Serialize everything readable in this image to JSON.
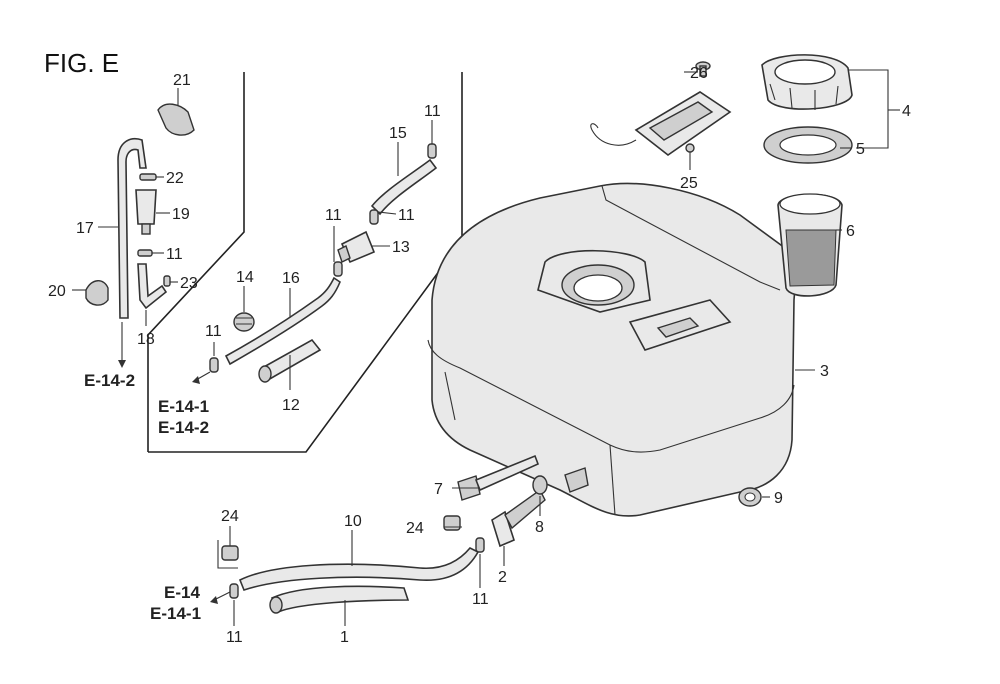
{
  "figure_title": "FIG. E",
  "callouts": {
    "n1": "1",
    "n2": "2",
    "n3": "3",
    "n4": "4",
    "n5": "5",
    "n6": "6",
    "n7": "7",
    "n8": "8",
    "n9": "9",
    "n10": "10",
    "n11a": "11",
    "n11b": "11",
    "n11c": "11",
    "n11d": "11",
    "n11e": "11",
    "n11f": "11",
    "n11g": "11",
    "n12": "12",
    "n13": "13",
    "n14": "14",
    "n15": "15",
    "n16": "16",
    "n17": "17",
    "n18": "18",
    "n19": "19",
    "n20": "20",
    "n21": "21",
    "n22": "22",
    "n23": "23",
    "n24a": "24",
    "n24b": "24",
    "n25": "25",
    "n26": "26"
  },
  "references": {
    "r1": "E-14-2",
    "r2": "E-14-1",
    "r3": "E-14-2",
    "r4": "E-14",
    "r5": "E-14-1"
  }
}
